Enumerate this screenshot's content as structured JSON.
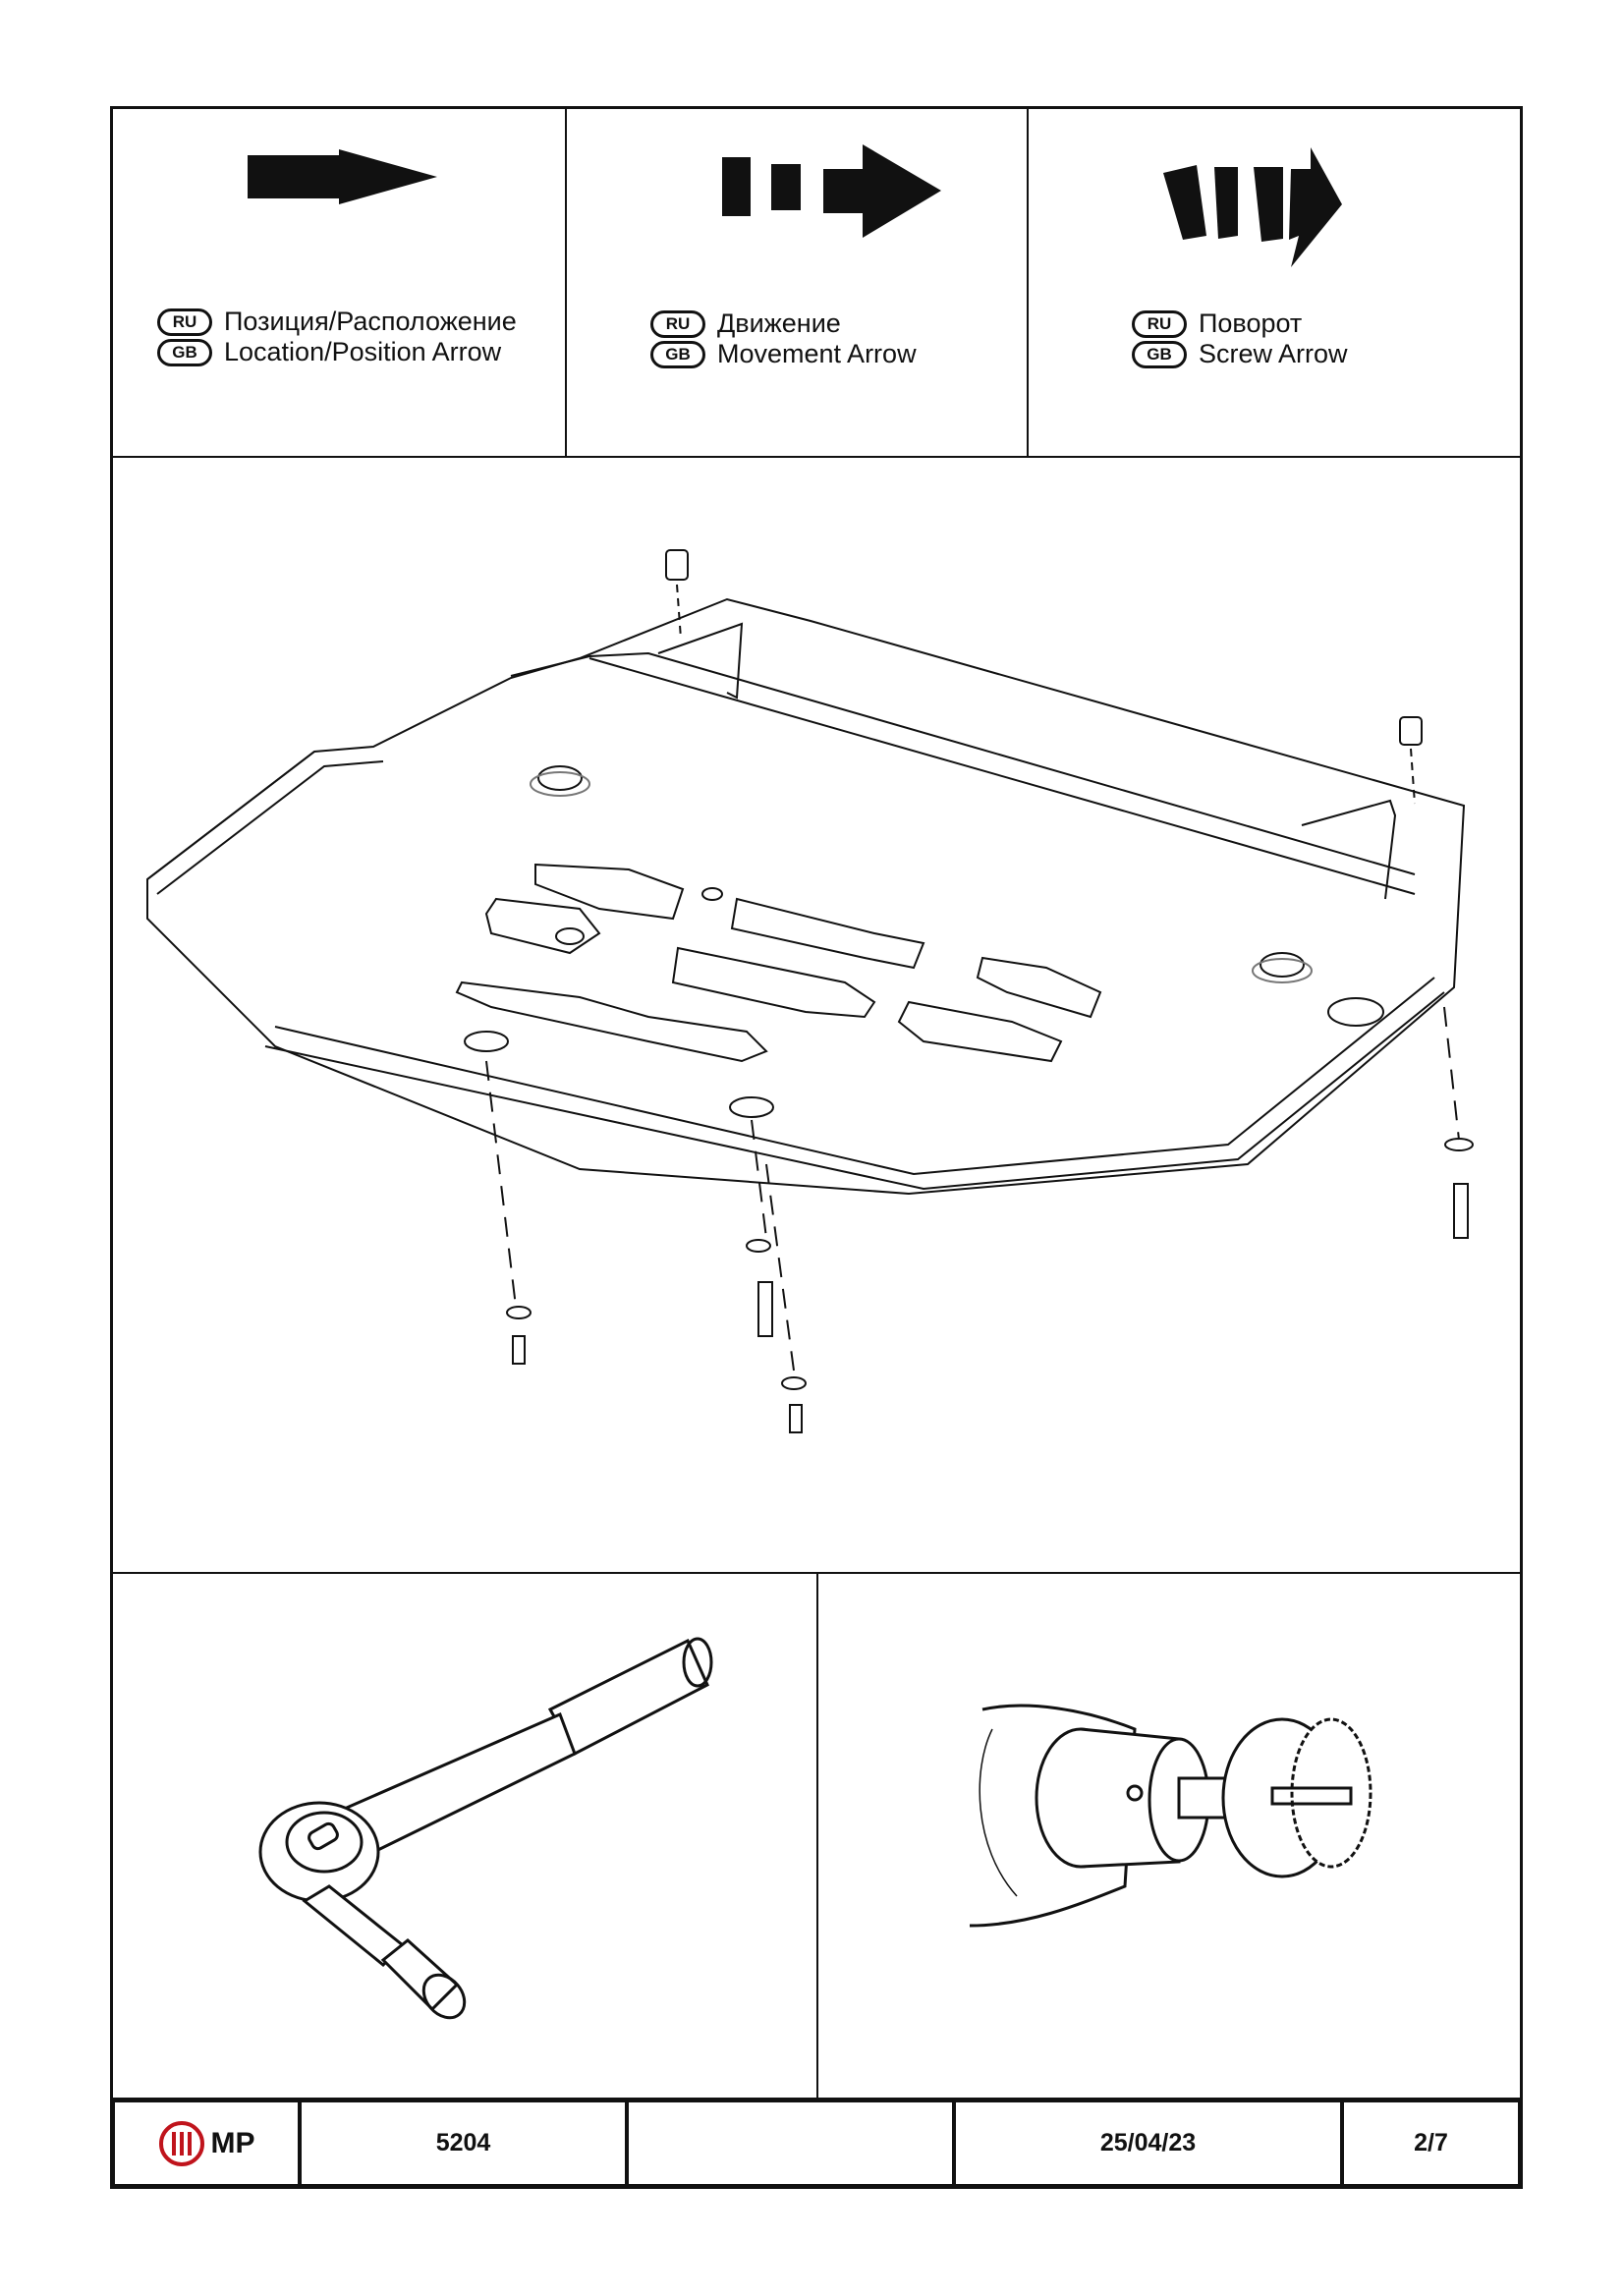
{
  "legend": [
    {
      "ru_badge": "RU",
      "gb_badge": "GB",
      "ru": "Позиция/Расположение",
      "gb": "Location/Position Arrow",
      "icon": "location-arrow-icon"
    },
    {
      "ru_badge": "RU",
      "gb_badge": "GB",
      "ru": "Движение",
      "gb": "Movement Arrow",
      "icon": "movement-arrow-icon"
    },
    {
      "ru_badge": "RU",
      "gb_badge": "GB",
      "ru": "Поворот",
      "gb": "Screw Arrow",
      "icon": "screw-arrow-icon"
    }
  ],
  "illustrations": {
    "main": "skid-plate-assembly-diagram",
    "tool_left": "ratchet-wrench-icon",
    "tool_right": "drill-hole-saw-icon"
  },
  "footer": {
    "logo_text": "MP",
    "part_number": "5204",
    "blank": "",
    "date": "25/04/23",
    "page": "2/7"
  },
  "colors": {
    "line": "#111111",
    "logo": "#c0141c",
    "bg": "#ffffff"
  }
}
